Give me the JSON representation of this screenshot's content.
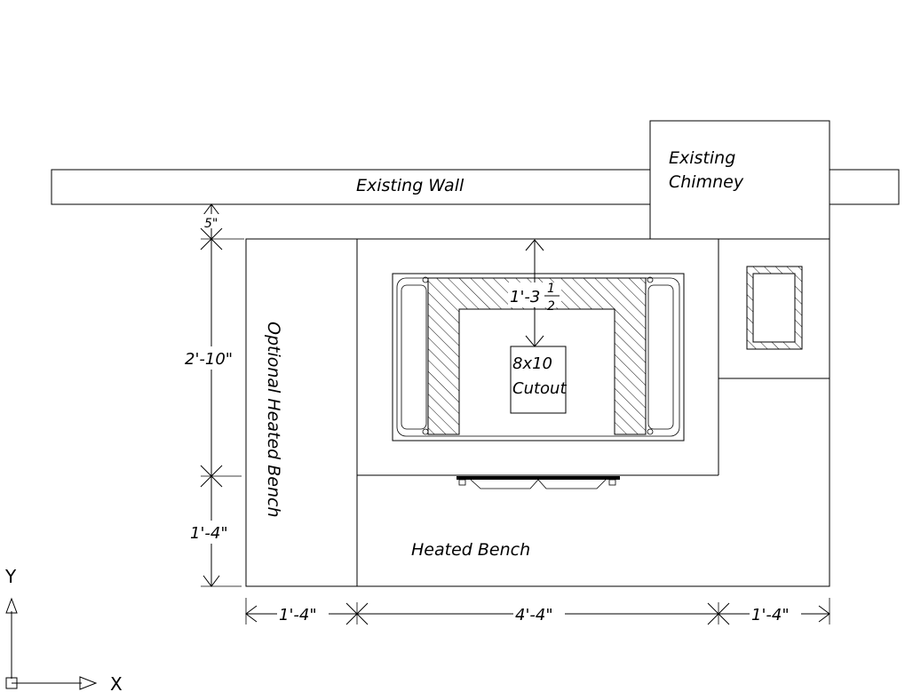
{
  "labels": {
    "existing_wall": "Existing Wall",
    "existing_chimney_line1": "Existing",
    "existing_chimney_line2": "Chimney",
    "optional_heated_bench": "Optional Heated Bench",
    "heated_bench": "Heated Bench",
    "cutout_line1": "8x10",
    "cutout_line2": "Cutout"
  },
  "dimensions": {
    "wall_gap": "5\"",
    "vertical_upper": "2'-10\"",
    "vertical_lower": "1'-4\"",
    "horizontal_left": "1'-4\"",
    "horizontal_middle": "4'-4\"",
    "horizontal_right": "1'-4\"",
    "firebox_offset_main": "1'-3",
    "firebox_offset_frac_num": "1",
    "firebox_offset_frac_den": "2"
  },
  "axes": {
    "y_label": "Y",
    "x_label": "X"
  }
}
